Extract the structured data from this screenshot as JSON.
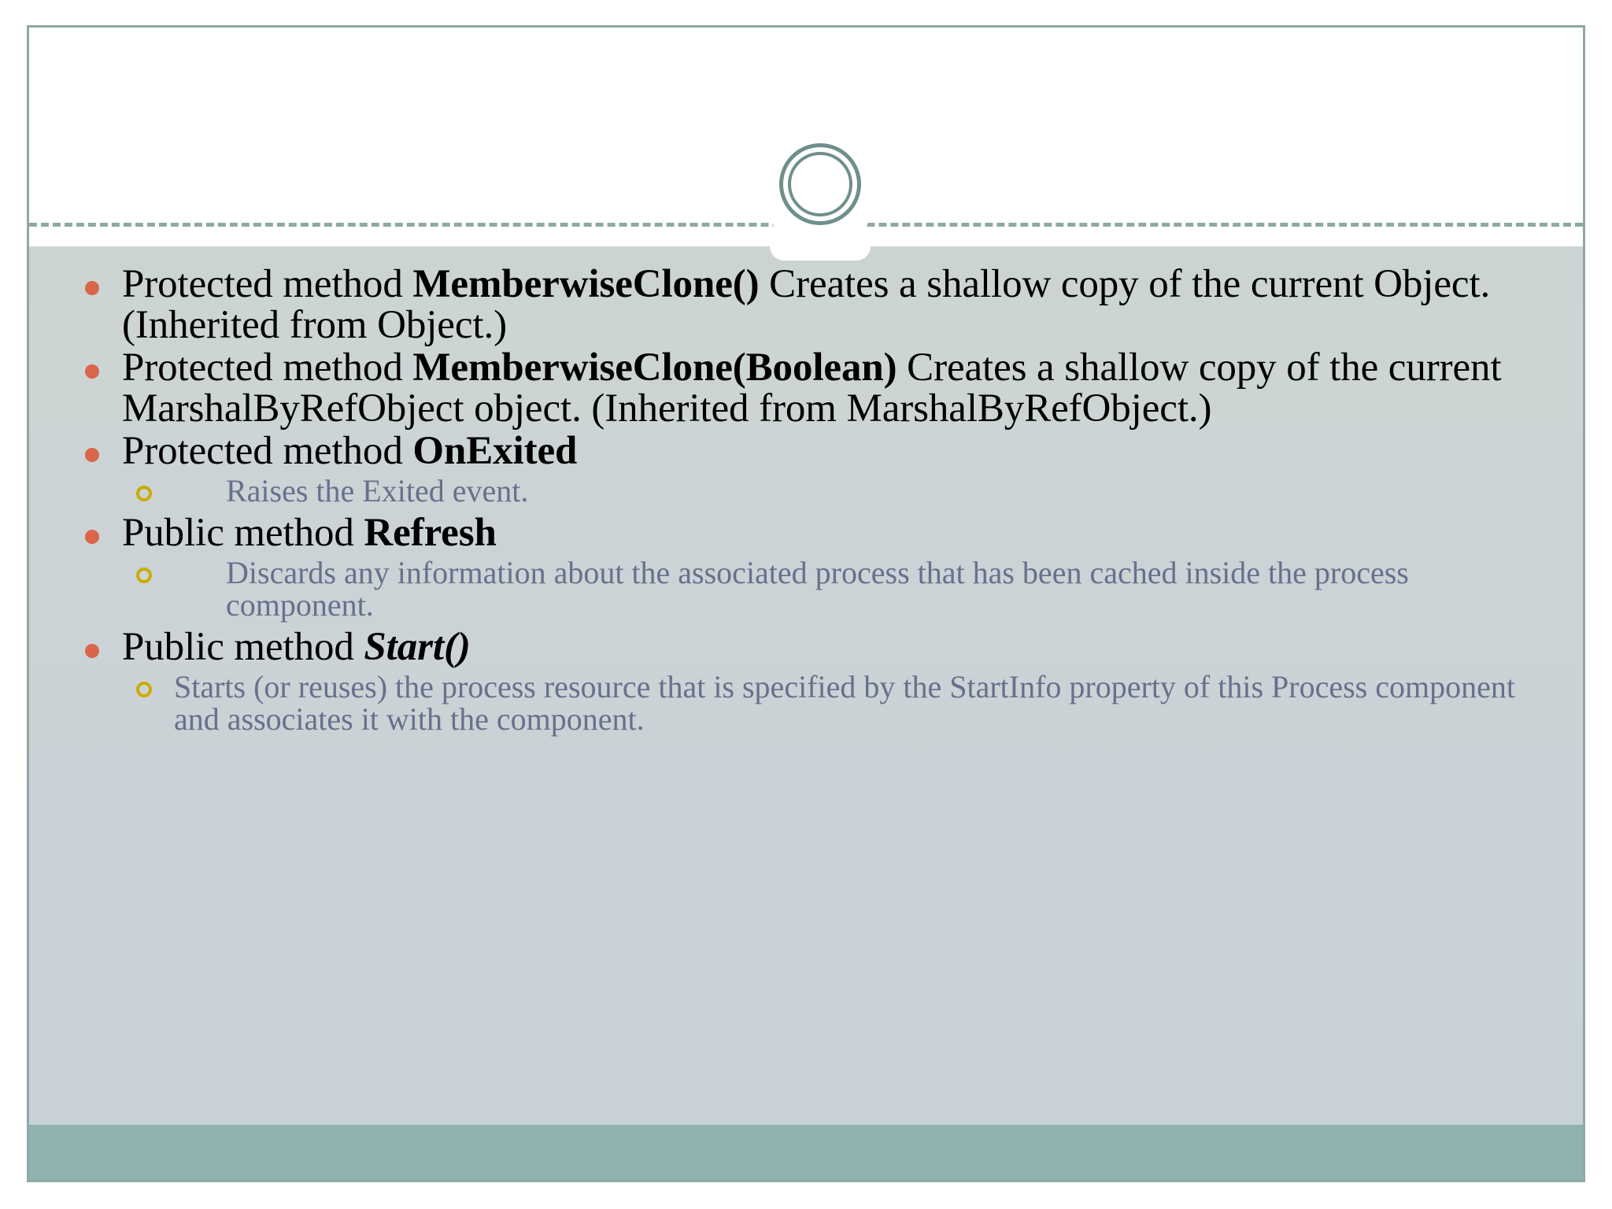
{
  "slide": {
    "theme": {
      "frame_border_color": "#8fa9a5",
      "title_band_color": "#ffffff",
      "content_panel_color": "#c8d1d7",
      "footer_bar_color": "#8fb2ae",
      "divider_color": "#8fa9a5",
      "ornament_ring_color": "#6f8f8a",
      "bullet_marker_color": "#d9654a",
      "subbullet_marker_color": "#ccab06",
      "body_text_color": "#000000",
      "subbullet_text_color": "#66718c"
    },
    "title": "",
    "ornament_name": "double-ring-circle",
    "bullets": [
      {
        "prefix": "Protected method ",
        "name": "MemberwiseClone()",
        "name_style": "bold",
        "suffix": "    Creates a shallow copy of the current Object. (Inherited from Object.)",
        "sub": []
      },
      {
        "prefix": "Protected method ",
        "name": "MemberwiseClone(Boolean)",
        "name_style": "bold",
        "suffix": "  Creates a shallow copy of the current MarshalByRefObject object. (Inherited from MarshalByRefObject.)",
        "sub": []
      },
      {
        "prefix": "Protected method ",
        "name": "OnExited",
        "name_style": "bold",
        "suffix": "",
        "sub": [
          {
            "text": "Raises the Exited event.",
            "tabbed": true
          }
        ]
      },
      {
        "prefix": "Public method      ",
        "name": "Refresh",
        "name_style": "bold",
        "suffix": "",
        "sub": [
          {
            "text": "Discards any information about the associated process that has been cached inside the process component.",
            "tabbed": true
          }
        ]
      },
      {
        "prefix": "Public method      ",
        "name": "Start()",
        "name_style": "bold-italic",
        "suffix": "",
        "sub": [
          {
            "text": "Starts (or reuses) the process resource that is specified by the StartInfo property of this Process component and associates it with the component.",
            "tabbed": false
          }
        ]
      }
    ]
  }
}
